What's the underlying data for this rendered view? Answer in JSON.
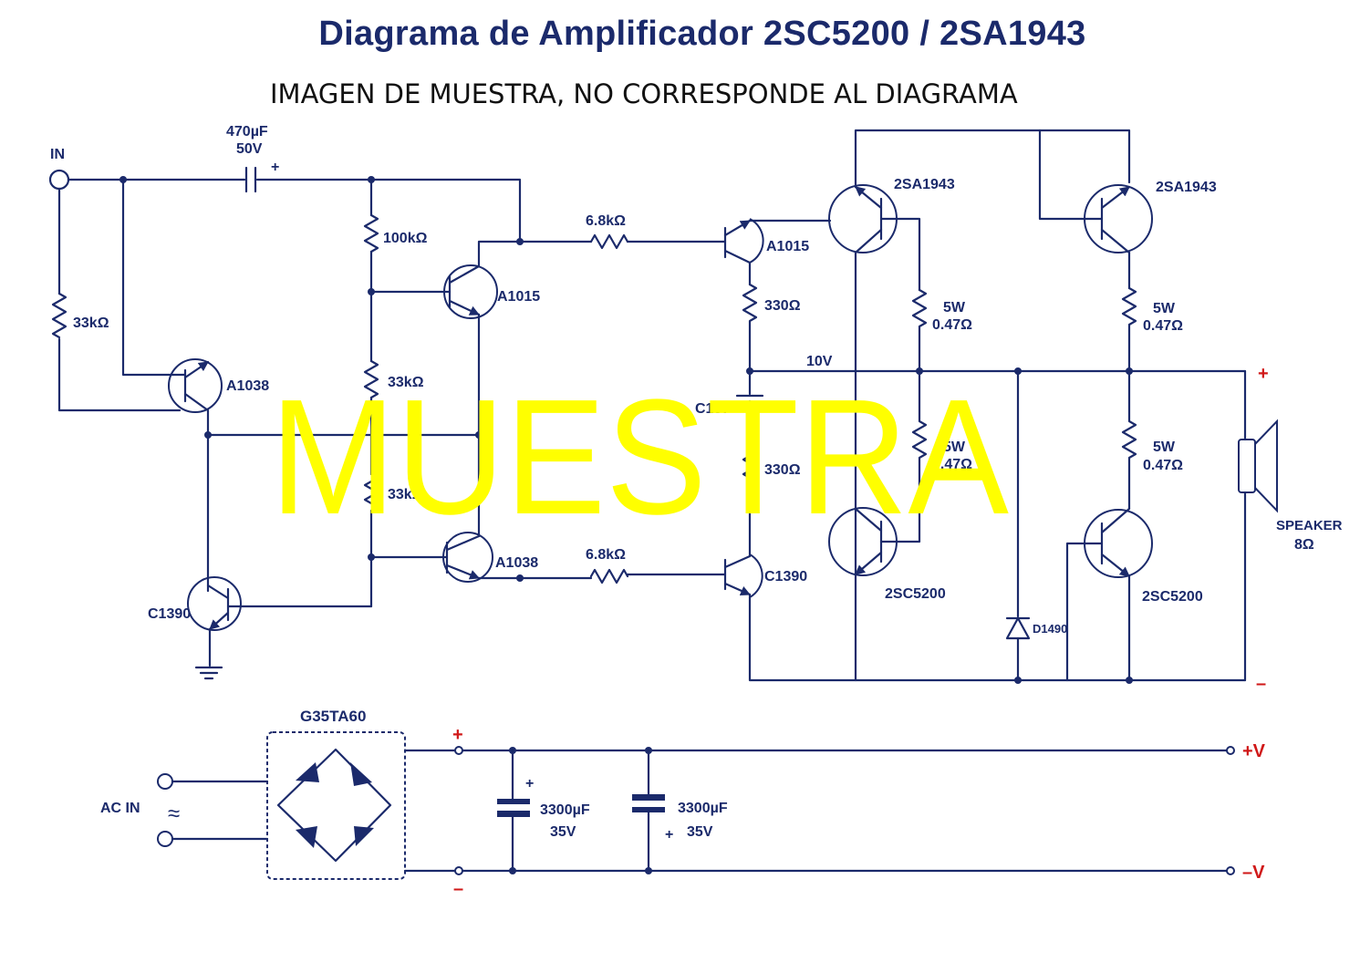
{
  "title": "Diagrama de Amplificador 2SC5200  /  2SA1943",
  "subtitle": "IMAGEN DE MUESTRA, NO CORRESPONDE AL DIAGRAMA",
  "watermark": "MUESTRA",
  "colors": {
    "wire": "#1b2a6b",
    "polarity": "#d01818",
    "watermark": "#ffff00",
    "title": "#1b2a6b"
  },
  "labels": {
    "input": "IN",
    "cap_in_value": "470µF",
    "cap_in_voltage": "50V",
    "cap_in_plus": "+",
    "r_in": "33kΩ",
    "r_bias_top": "100kΩ",
    "r_bias_mid": "33kΩ",
    "r_bias_low": "33kΩ",
    "q_input": "A1038",
    "q_driver_top": "A1015",
    "q_driver_bottom": "A1038",
    "q_vas_top": "A1015",
    "q_vas_bottom": "C1390",
    "q_ground": "C1390",
    "r_link_top": "6.8kΩ",
    "r_link_bottom": "6.8kΩ",
    "r_emitter_top": "330Ω",
    "r_emitter_bottom": "330Ω",
    "mid_transistor_partial": "C137",
    "rail_10v": "10V",
    "q_out_1": "2SA1943",
    "q_out_2": "2SA1943",
    "q_out_3": "2SC5200",
    "q_out_4": "2SC5200",
    "r_power_watts": "5W",
    "r_power_value": "0.47Ω",
    "diode": "D1490",
    "speaker": "SPEAKER",
    "speaker_ohm": "8Ω",
    "speaker_plus": "+",
    "speaker_minus": "–",
    "bridge": "G35TA60",
    "ac_in": "AC IN",
    "ac_symbol": "≈",
    "psu_plus": "+",
    "psu_minus": "–",
    "psu_cap_value": "3300µF",
    "psu_cap_voltage": "35V",
    "psu_cap_plus": "+",
    "rail_pos": "+V",
    "rail_neg": "–V"
  }
}
